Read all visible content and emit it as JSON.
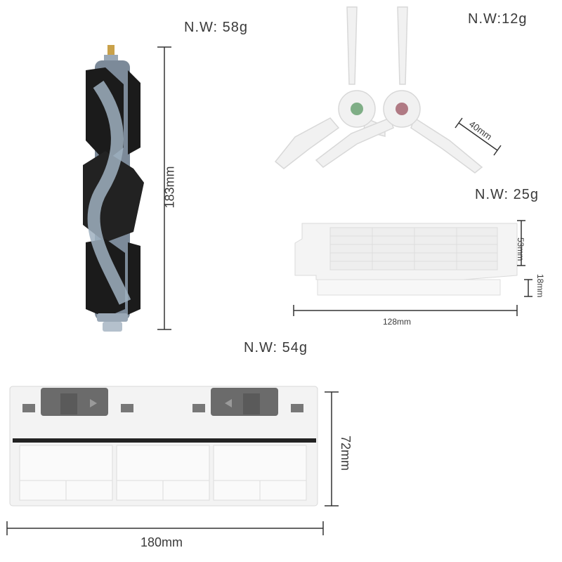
{
  "roller_brush": {
    "weight": "N.W:  58g",
    "length": "183mm"
  },
  "side_brush": {
    "weight": "N.W:12g",
    "arm_length": "40mm"
  },
  "filter": {
    "weight": "N.W:  25g",
    "width": "128mm",
    "depth": "53mm",
    "height": "18mm"
  },
  "brush_cover": {
    "weight": "N.W:  54g",
    "width": "180mm",
    "height": "72mm"
  },
  "colors": {
    "brush_core": "#7c8a99",
    "bristle": "#1b1b1b",
    "cap": "#c9a14a",
    "plastic": "#f3f3f3",
    "clip": "#6b6b6b",
    "green_hub": "#7fae86",
    "red_hub": "#b07a84"
  }
}
